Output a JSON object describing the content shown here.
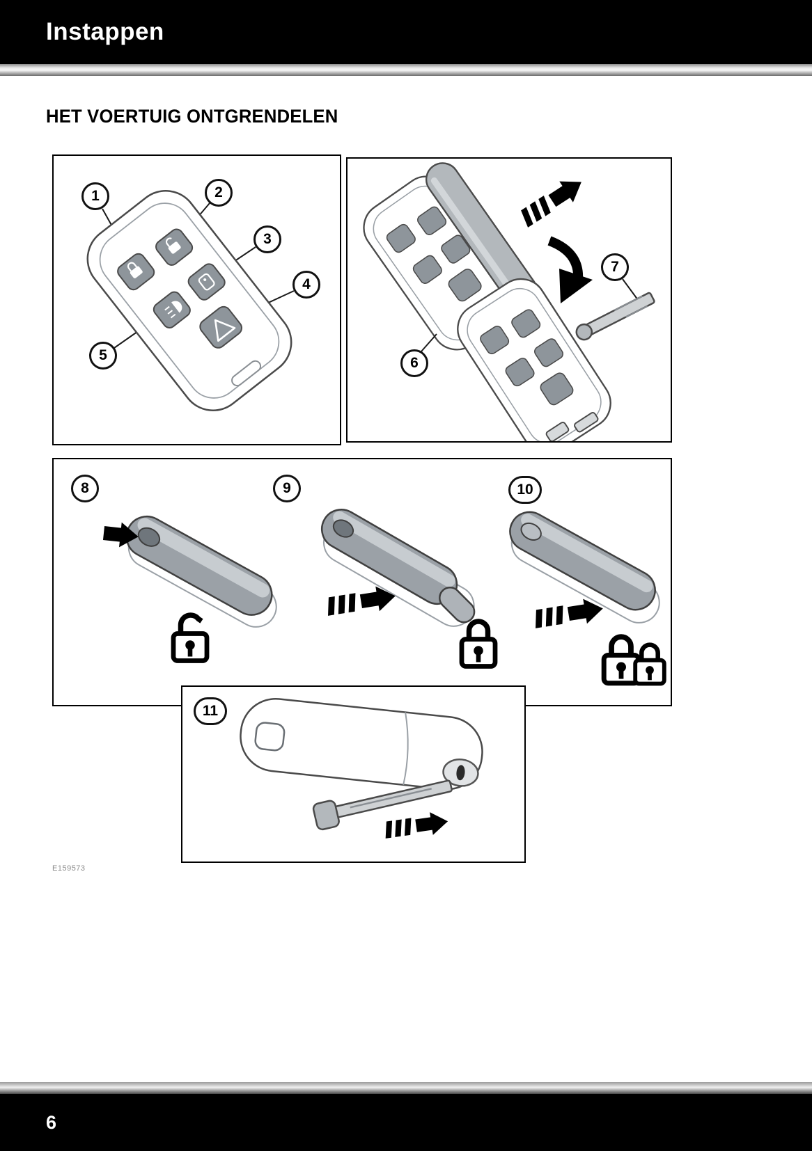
{
  "header": {
    "title": "Instappen"
  },
  "section": {
    "title": "HET VOERTUIG ONTGRENDELEN"
  },
  "figure": {
    "code": "E159573",
    "callouts": [
      "1",
      "2",
      "3",
      "4",
      "5",
      "6",
      "7",
      "8",
      "9",
      "10",
      "11"
    ]
  },
  "footer": {
    "page_number": "6"
  },
  "colors": {
    "line": "#4a4a4a",
    "shape_gray": "#9ba1a7",
    "cover_gray": "#b3b8bc",
    "black": "#000000"
  }
}
